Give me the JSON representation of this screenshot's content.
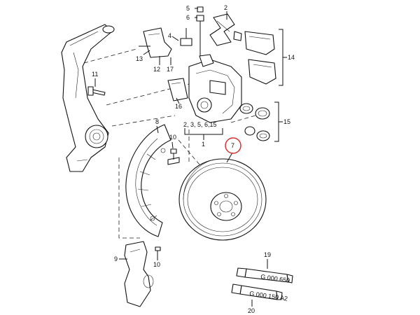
{
  "callouts": {
    "c1": "1",
    "c2": "2",
    "c4": "4",
    "c5": "5",
    "c6": "6",
    "c7": "7",
    "c8": "8",
    "c9": "9",
    "c10a": "10",
    "c10b": "10",
    "c11": "11",
    "c12": "12",
    "c13": "13",
    "c14": "14",
    "c15": "15",
    "c16": "16",
    "c17": "17",
    "c19": "19",
    "c20": "20",
    "group": "2, 3, 5, 6,15"
  },
  "tubes": {
    "t19": "G 000 650",
    "t20": "G 000 150 A2"
  },
  "highlight": {
    "color": "#d6332f",
    "target": "7"
  }
}
